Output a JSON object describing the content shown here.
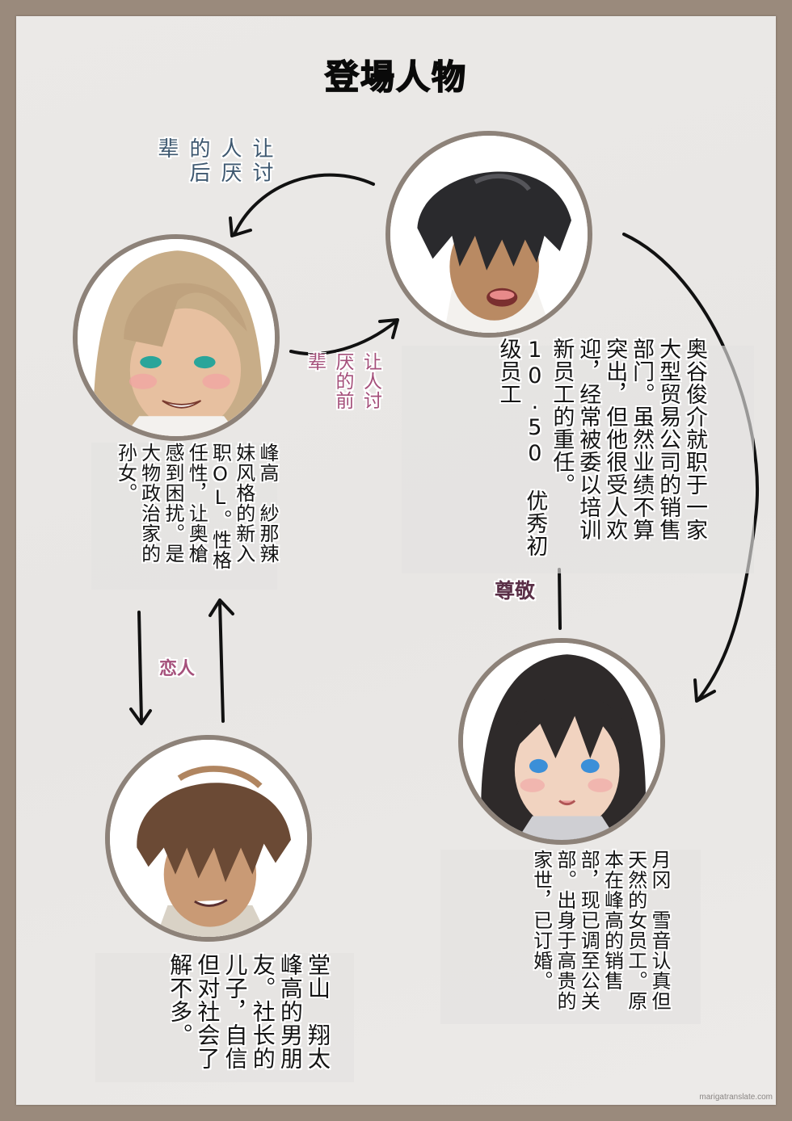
{
  "title": "登場人物",
  "colors": {
    "frame": "#9a8a7c",
    "page": "#eae8e6",
    "portrait_border": "#8d8279",
    "label_blue": "#3e5870",
    "label_pink": "#a5507b",
    "label_dark": "#5a2f47"
  },
  "characters": {
    "okuya": {
      "name": "奥谷俊介",
      "columns": [
        "奥谷俊介就职于一家",
        "大型贸易公司的销售",
        "部门。虽然业绩不算",
        "突出，但他很受人欢",
        "迎，经常被委以培训",
        "新员工的重任。",
        "10.50　优秀初",
        "级员工"
      ]
    },
    "minetaka": {
      "name": "峰高　紗那",
      "columns": [
        "峰高　紗那辣",
        "妹风格的新入",
        "职OL。性格",
        "任性，让奥槍",
        "感到困扰。是",
        "大物政治家的",
        "孙女。"
      ]
    },
    "tsukioka": {
      "name": "月冈　雪音",
      "columns": [
        "月冈　雪音认真但",
        "天然的女员工。原",
        "本在峰高的销售",
        "部，现已调至公关",
        "部。出身于高贵的",
        "家世，已订婚。"
      ]
    },
    "doyama": {
      "name": "堂山　翔太",
      "columns": [
        "堂山　翔太",
        "峰高的男朋",
        "友。社长的",
        "儿子，自信",
        "但对社会了",
        "解不多。"
      ]
    }
  },
  "relations": {
    "okuya_to_minetaka": {
      "columns": [
        "让讨",
        "人厌",
        "的后",
        "辈"
      ]
    },
    "minetaka_to_okuya": {
      "columns": [
        "让人讨",
        "厌的前",
        "辈"
      ]
    },
    "respect": "尊敬",
    "lovers": "恋人"
  },
  "watermark": "marigatranslate.com"
}
